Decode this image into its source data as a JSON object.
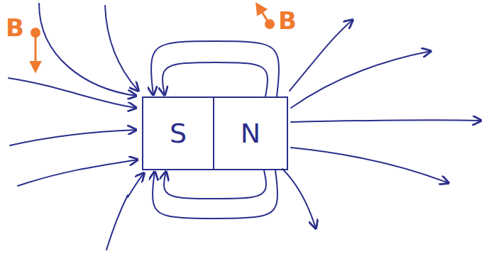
{
  "diagram": {
    "nodes": [
      {
        "text": [
          "S"
        ]
      },
      {
        "text": [
          "N"
        ]
      }
    ],
    "edges": [
      {
        "from": 1,
        "to": 0,
        "arrow": "to"
      },
      {
        "from": 1,
        "to": 0,
        "arrow": "to"
      },
      {
        "from": 1,
        "to": 0,
        "arrow": "to"
      },
      {
        "from": 1,
        "to": 0,
        "arrow": "to"
      }
    ],
    "labels": [
      "B",
      "B"
    ]
  }
}
